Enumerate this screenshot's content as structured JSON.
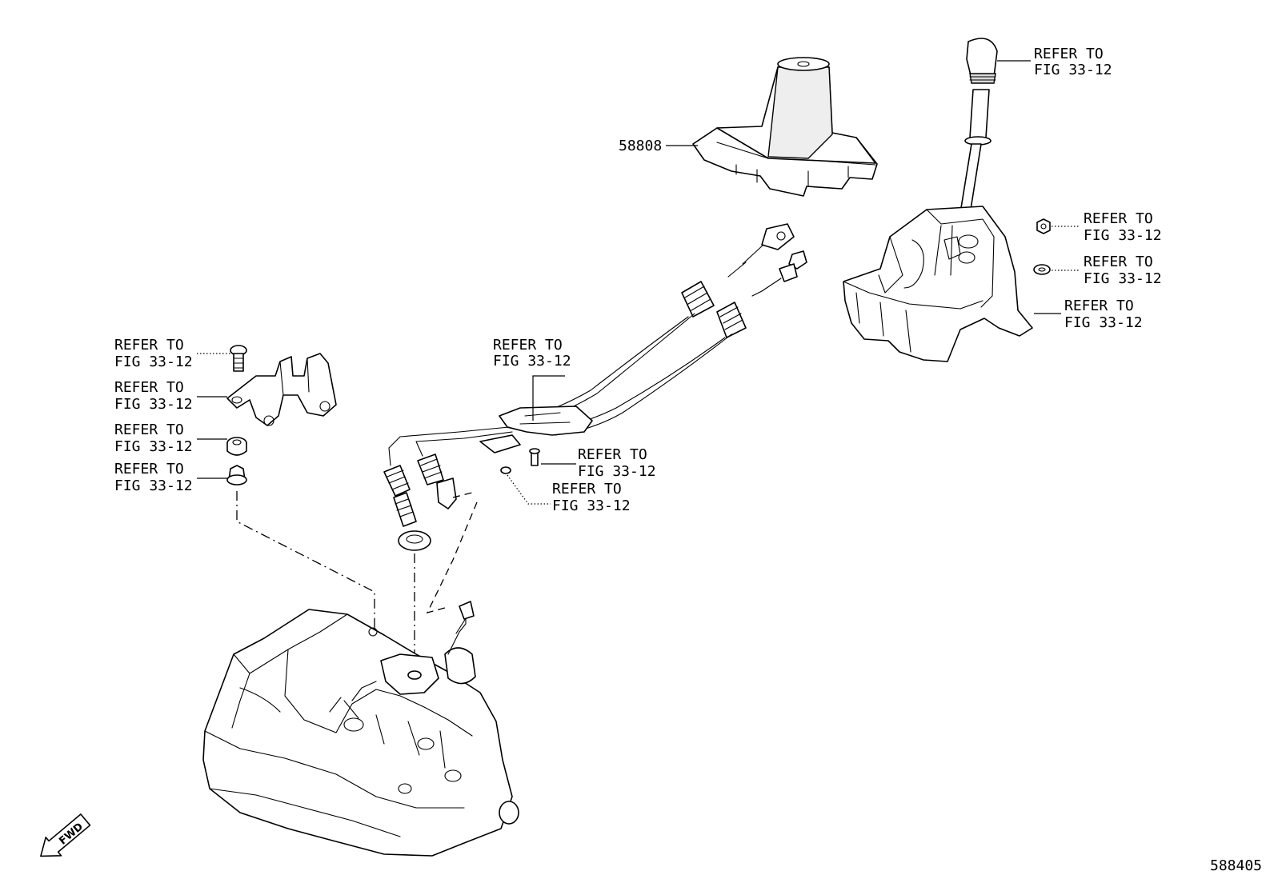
{
  "callouts": {
    "boot_part_number": "58808",
    "knob": [
      "REFER TO",
      "FIG 33-12"
    ],
    "shifter_nut": [
      "REFER TO",
      "FIG 33-12"
    ],
    "shifter_washer": [
      "REFER TO",
      "FIG 33-12"
    ],
    "shifter_assembly": [
      "REFER TO",
      "FIG 33-12"
    ],
    "cable_assembly": [
      "REFER TO",
      "FIG 33-12"
    ],
    "cable_bolt": [
      "REFER TO",
      "FIG 33-12"
    ],
    "cable_nut": [
      "REFER TO",
      "FIG 33-12"
    ],
    "bracket_bolt": [
      "REFER TO",
      "FIG 33-12"
    ],
    "bracket": [
      "REFER TO",
      "FIG 33-12"
    ],
    "bracket_bushing": [
      "REFER TO",
      "FIG 33-12"
    ],
    "bracket_collar": [
      "REFER TO",
      "FIG 33-12"
    ]
  },
  "fwd_label": "FWD",
  "figure_number": "588405"
}
